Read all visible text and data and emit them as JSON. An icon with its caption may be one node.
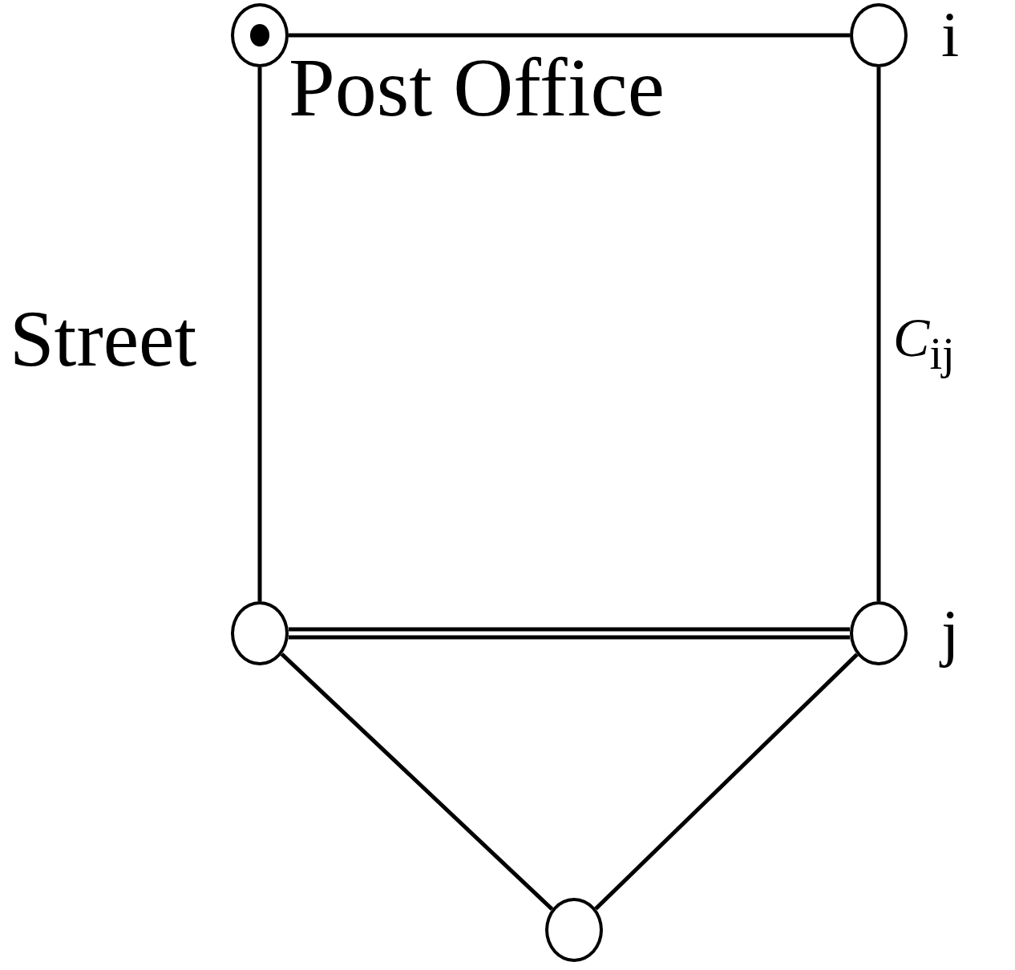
{
  "diagram": {
    "nodes": [
      {
        "text": [],
        "shape": "circle",
        "beside": [
          "Post Office"
        ]
      },
      {
        "text": [],
        "shape": "circle",
        "beside": [
          "i"
        ]
      },
      {
        "text": [],
        "shape": "circle"
      },
      {
        "text": [],
        "shape": "circle",
        "beside": [
          "j"
        ]
      },
      {
        "text": [],
        "shape": "circle"
      }
    ],
    "edges": [
      {
        "from": 0,
        "to": 1,
        "arrow": "none"
      },
      {
        "from": 0,
        "to": 2,
        "arrow": "none",
        "label": "Street"
      },
      {
        "from": 1,
        "to": 3,
        "arrow": "none",
        "label": "*C*$_{ij}$"
      },
      {
        "from": 2,
        "to": 3,
        "arrow": "none",
        "style": "thick"
      },
      {
        "from": 2,
        "to": 4,
        "arrow": "none"
      },
      {
        "from": 3,
        "to": 4,
        "arrow": "none"
      }
    ]
  }
}
